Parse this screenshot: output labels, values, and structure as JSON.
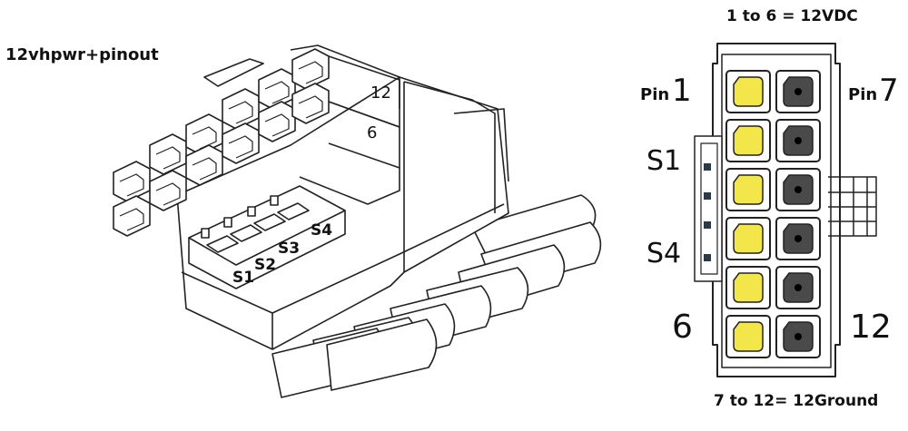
{
  "title": "12vhpwr+pinout",
  "top_note": "1 to 6 = 12VDC",
  "bottom_note": "7 to 12= 12Ground",
  "pinout": {
    "pin_word_left": "Pin",
    "pin_num_left": "1",
    "pin_word_right": "Pin",
    "pin_num_right": "7",
    "sense_top": "S1",
    "sense_bottom": "S4",
    "bottom_left": "6",
    "bottom_right": "12",
    "colors": {
      "power": "#f3e64a",
      "ground": "#4a4a4a"
    }
  },
  "iso": {
    "label_12": "12",
    "label_6": "6",
    "sense": [
      "S1",
      "S2",
      "S3",
      "S4"
    ]
  }
}
